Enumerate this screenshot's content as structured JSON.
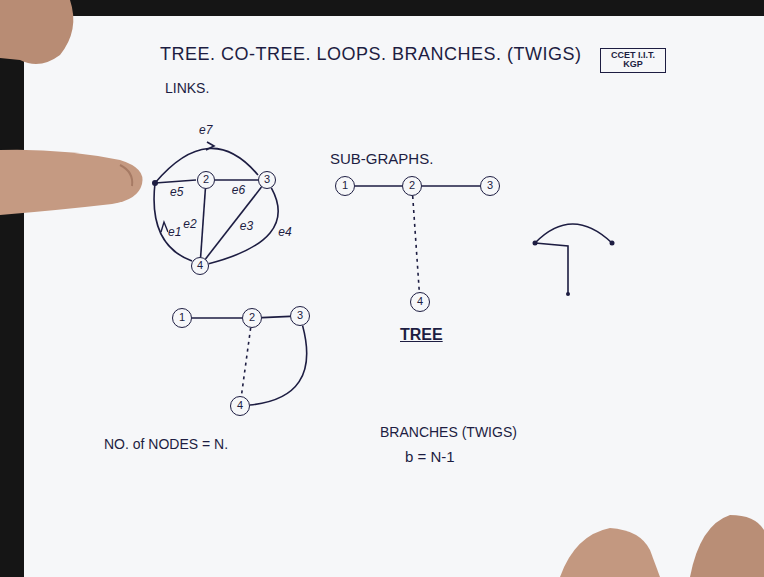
{
  "diagram": {
    "title": "TREE. CO-TREE. LOOPS. BRANCHES. (TWIGS)",
    "nodes": [
      {
        "text": [
          "CCET I.I.T. KGP"
        ]
      },
      {
        "text": [
          "2"
        ]
      },
      {
        "text": [
          "3"
        ]
      },
      {
        "text": [
          "4"
        ]
      },
      {
        "text": [
          "1"
        ]
      },
      {
        "text": [
          "2"
        ]
      },
      {
        "text": [
          "3"
        ]
      },
      {
        "text": [
          "4"
        ]
      },
      {
        "text": [
          "1"
        ]
      },
      {
        "text": [
          "2"
        ]
      },
      {
        "text": [
          "3"
        ]
      },
      {
        "text": [
          "4"
        ]
      }
    ],
    "edges": [
      {
        "from": 1,
        "to": 2,
        "arrow": "none",
        "label": "e6"
      },
      {
        "from": 1,
        "to": 3,
        "arrow": "none",
        "label": "e2"
      },
      {
        "from": 2,
        "to": 3,
        "arrow": "none",
        "label": "e3"
      },
      {
        "from": 2,
        "to": 3,
        "arrow": "none",
        "label": "e4"
      },
      {
        "from": 4,
        "to": 5,
        "arrow": "none"
      },
      {
        "from": 5,
        "to": 6,
        "arrow": "none"
      },
      {
        "from": 5,
        "to": 7,
        "arrow": "none"
      },
      {
        "from": 8,
        "to": 9,
        "arrow": "none"
      },
      {
        "from": 9,
        "to": 10,
        "arrow": "none"
      },
      {
        "from": 9,
        "to": 11,
        "arrow": "none"
      },
      {
        "from": 10,
        "to": 11,
        "arrow": "none"
      }
    ],
    "labels": [
      "LINKS.",
      "SUB-GRAPHS.",
      "e7",
      "e5",
      "e1",
      "TREE",
      "NO. of NODES = N.",
      "BRANCHES (TWIGS)",
      "b = N-1"
    ]
  }
}
